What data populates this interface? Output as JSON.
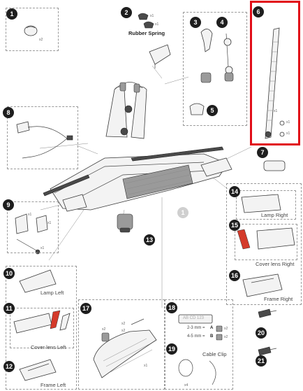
{
  "badges": {
    "b1": "1",
    "b2": "2",
    "b3": "3",
    "b4": "4",
    "b5": "5",
    "b6": "6",
    "b7": "7",
    "b8": "8",
    "b9": "9",
    "b10": "10",
    "b11": "11",
    "b12": "12",
    "b13": "13",
    "b14": "14",
    "b15": "15",
    "b16": "16",
    "b17": "17",
    "b18": "18",
    "b19": "19",
    "b20": "20",
    "b21": "21",
    "b1_ghost": "1"
  },
  "labels": {
    "rubber_spring": "Rubber Spring",
    "lamp_right": "Lamp Right",
    "cover_lens_right": "Cover lens Right",
    "frame_right": "Frame Right",
    "lamp_left": "Lamp Left",
    "cover_lens_left": "Cover lens Left",
    "frame_left": "Frame Left",
    "cable_clip": "Cable Clip",
    "plate_sample": "AB CD 123",
    "mm_2_3": "2-3 mm =",
    "mm_4_5": "4-5 mm =",
    "spacer_a": "A",
    "spacer_b": "B"
  },
  "quantities": {
    "q1": "x2",
    "q2a": "x1",
    "q2b": "x1",
    "q6a": "x1",
    "q6b": "x1",
    "q6c": "x1",
    "q9a": "x1",
    "q9b": "x1",
    "q9c": "x1",
    "q17a": "x2",
    "q17b": "x2",
    "q17c": "x2",
    "q17d": "x1",
    "q18a": "x2",
    "q18b": "x2",
    "q19": "x4"
  },
  "colors": {
    "highlight": "#e10d18",
    "badge": "#1e1e1e",
    "lens_red": "#d43a2a"
  },
  "icons": [
    "cap",
    "rubber-spring",
    "arm-holder",
    "strap-ratchet",
    "wheel-strap",
    "lamp-cable",
    "plug-holder",
    "knob",
    "lamp-unit",
    "cover-lens",
    "lamp-frame",
    "license-plate-holder",
    "spacer",
    "cable-clip",
    "bolt"
  ]
}
